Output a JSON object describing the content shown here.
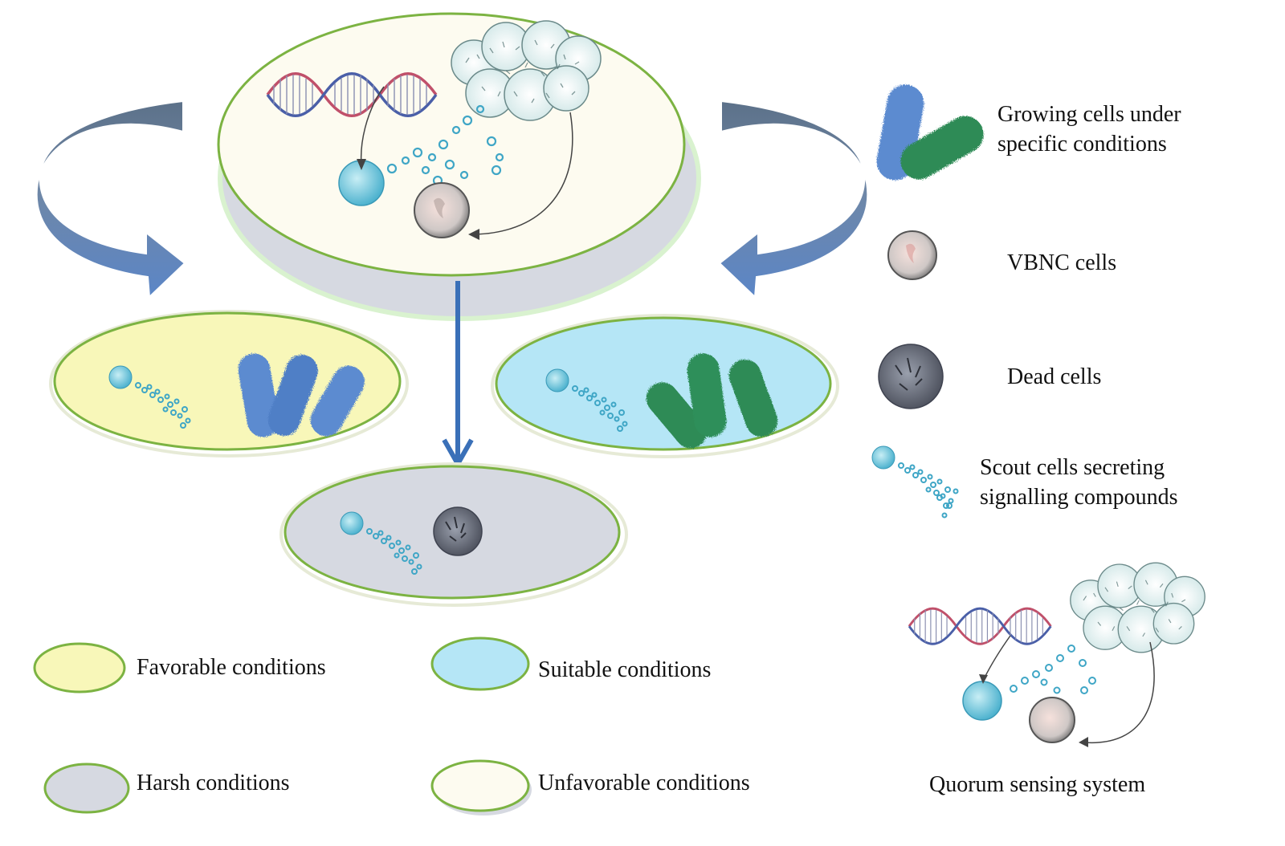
{
  "legend_cells": {
    "growing": "Growing cells under\nspecific conditions",
    "vbnc": "VBNC cells",
    "dead": "Dead cells",
    "scout": "Scout cells secreting\nsignalling compounds"
  },
  "quorum": {
    "caption": "Quorum sensing system"
  },
  "legend_conditions": {
    "favorable": "Favorable conditions",
    "suitable": "Suitable conditions",
    "harsh": "Harsh conditions",
    "unfavorable": "Unfavorable conditions"
  },
  "colors": {
    "favorable_fill": "#f8f7b9",
    "suitable_fill": "#b5e6f6",
    "harsh_fill": "#d6d9e1",
    "unfavorable_fill": "#fdfbf0",
    "ellipse_border": "#7cb342",
    "arrow_blue": "#5f88c2",
    "arrow_dark": "#5c7189",
    "rod_blue": "#5c8bd0",
    "rod_green": "#2e8b57",
    "scout_cyan": "#4fb3cf",
    "dna_red": "#c0506a",
    "dna_blue": "#4a5fa8"
  }
}
